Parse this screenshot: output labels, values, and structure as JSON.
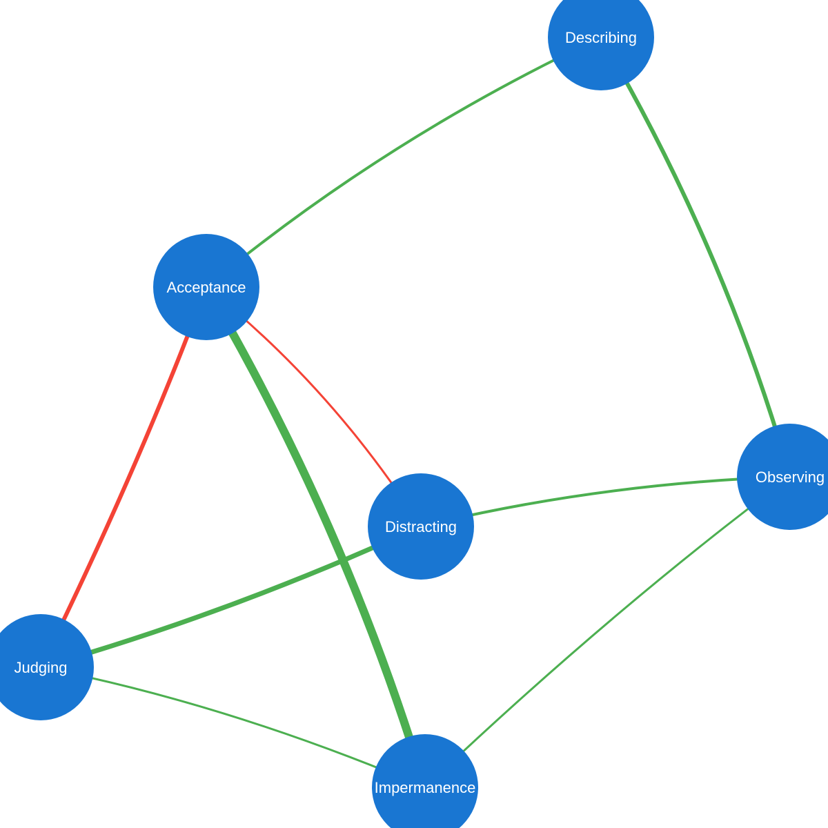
{
  "diagram": {
    "nodes": [
      {
        "id": "acceptance",
        "label": "Acceptance"
      },
      {
        "id": "describing",
        "label": "Describing"
      },
      {
        "id": "observing",
        "label": "Observing"
      },
      {
        "id": "distracting",
        "label": "Distracting"
      },
      {
        "id": "judging",
        "label": "Judging"
      },
      {
        "id": "impermanence",
        "label": "Impermanence"
      }
    ],
    "edges": [
      {
        "from": "acceptance",
        "to": "describing",
        "sign": "positive",
        "weight": 2
      },
      {
        "from": "describing",
        "to": "observing",
        "sign": "positive",
        "weight": 3
      },
      {
        "from": "acceptance",
        "to": "impermanence",
        "sign": "positive",
        "weight": 6
      },
      {
        "from": "acceptance",
        "to": "distracting",
        "sign": "negative",
        "weight": 1.5
      },
      {
        "from": "acceptance",
        "to": "judging",
        "sign": "negative",
        "weight": 3
      },
      {
        "from": "distracting",
        "to": "observing",
        "sign": "positive",
        "weight": 2
      },
      {
        "from": "distracting",
        "to": "judging",
        "sign": "positive",
        "weight": 3.5
      },
      {
        "from": "judging",
        "to": "impermanence",
        "sign": "positive",
        "weight": 1.5
      },
      {
        "from": "observing",
        "to": "impermanence",
        "sign": "positive",
        "weight": 1.5
      }
    ],
    "colors": {
      "node_fill": "#1976D2",
      "node_label": "#FFFFFF",
      "positive_edge": "#4CAF50",
      "negative_edge": "#F44336",
      "background": "#FFFFFF"
    }
  }
}
